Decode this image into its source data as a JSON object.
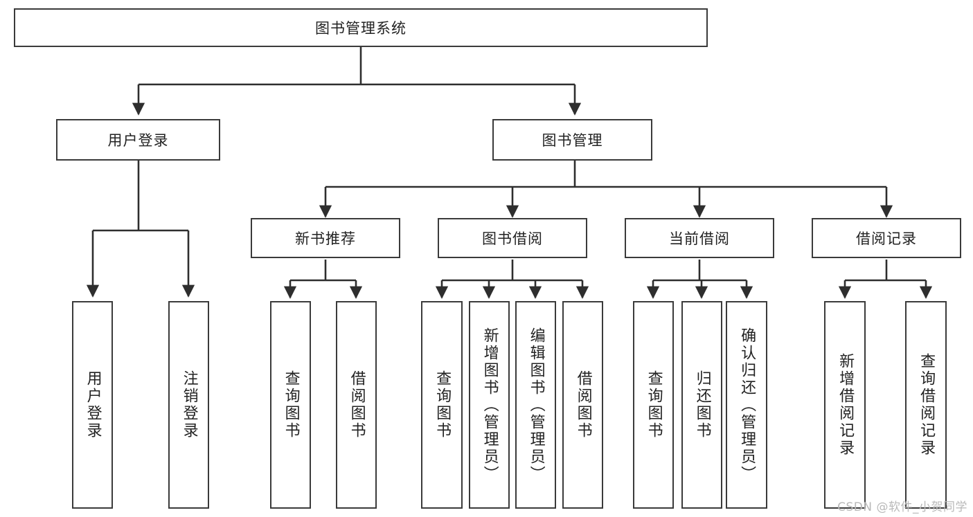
{
  "diagram": {
    "type": "tree-hierarchy",
    "title": "图书管理系统",
    "root": {
      "label": "图书管理系统"
    },
    "level2": [
      {
        "label": "用户登录"
      },
      {
        "label": "图书管理"
      }
    ],
    "level3": [
      {
        "label": "新书推荐"
      },
      {
        "label": "图书借阅"
      },
      {
        "label": "当前借阅"
      },
      {
        "label": "借阅记录"
      }
    ],
    "leaves": [
      {
        "label": "用户登录",
        "parent": "用户登录"
      },
      {
        "label": "注销登录",
        "parent": "用户登录"
      },
      {
        "label": "查询图书",
        "parent": "新书推荐"
      },
      {
        "label": "借阅图书",
        "parent": "新书推荐"
      },
      {
        "label": "查询图书",
        "parent": "图书借阅"
      },
      {
        "label": "新增图书（管理员）",
        "parent": "图书借阅"
      },
      {
        "label": "编辑图书（管理员）",
        "parent": "图书借阅"
      },
      {
        "label": "借阅图书",
        "parent": "图书借阅"
      },
      {
        "label": "查询图书",
        "parent": "当前借阅"
      },
      {
        "label": "归还图书",
        "parent": "当前借阅"
      },
      {
        "label": "确认归还（管理员）",
        "parent": "当前借阅"
      },
      {
        "label": "新增借阅记录",
        "parent": "借阅记录"
      },
      {
        "label": "查询借阅记录",
        "parent": "借阅记录"
      }
    ]
  },
  "watermark": {
    "text": "CSDN @软件_小贺同学"
  },
  "colors": {
    "stroke": "#3a3a3a",
    "line": "#2e2e2e",
    "background": "#ffffff",
    "text": "#222222",
    "watermark": "#b9b9b9"
  }
}
